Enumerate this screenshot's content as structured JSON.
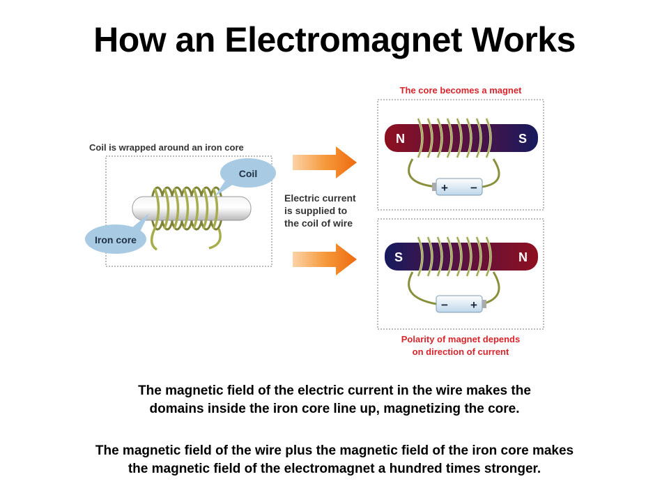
{
  "slide": {
    "title": "How an Electromagnet Works"
  },
  "diagram": {
    "left_caption": "Coil is wrapped around an iron core",
    "coil_bubble": "Coil",
    "iron_core_bubble": "Iron core",
    "middle_text": [
      "Electric current",
      "is supplied to",
      "the coil of wire"
    ],
    "top_right_caption": "The core becomes a magnet",
    "bottom_right_caption": [
      "Polarity of magnet depends",
      "on direction of current"
    ],
    "top_magnet": {
      "left_pole": "N",
      "right_pole": "S",
      "battery_left": "+",
      "battery_right": "−"
    },
    "bottom_magnet": {
      "left_pole": "S",
      "right_pole": "N",
      "battery_left": "−",
      "battery_right": "+"
    },
    "colors": {
      "caption_red": "#d9242b",
      "arrow_orange": "#f07a18",
      "north_red": "#8e1020",
      "south_navy": "#161a5e",
      "coil_olive": "#8a8f3c",
      "bubble_blue": "#a8cbe3"
    }
  },
  "text": {
    "paragraph1": [
      "The magnetic field of the electric current in the wire makes the",
      "domains inside the iron core line up, magnetizing the core."
    ],
    "paragraph2": [
      "The magnetic field of the wire plus the magnetic field of the iron core makes",
      "the magnetic field of the electromagnet a hundred times stronger."
    ]
  }
}
